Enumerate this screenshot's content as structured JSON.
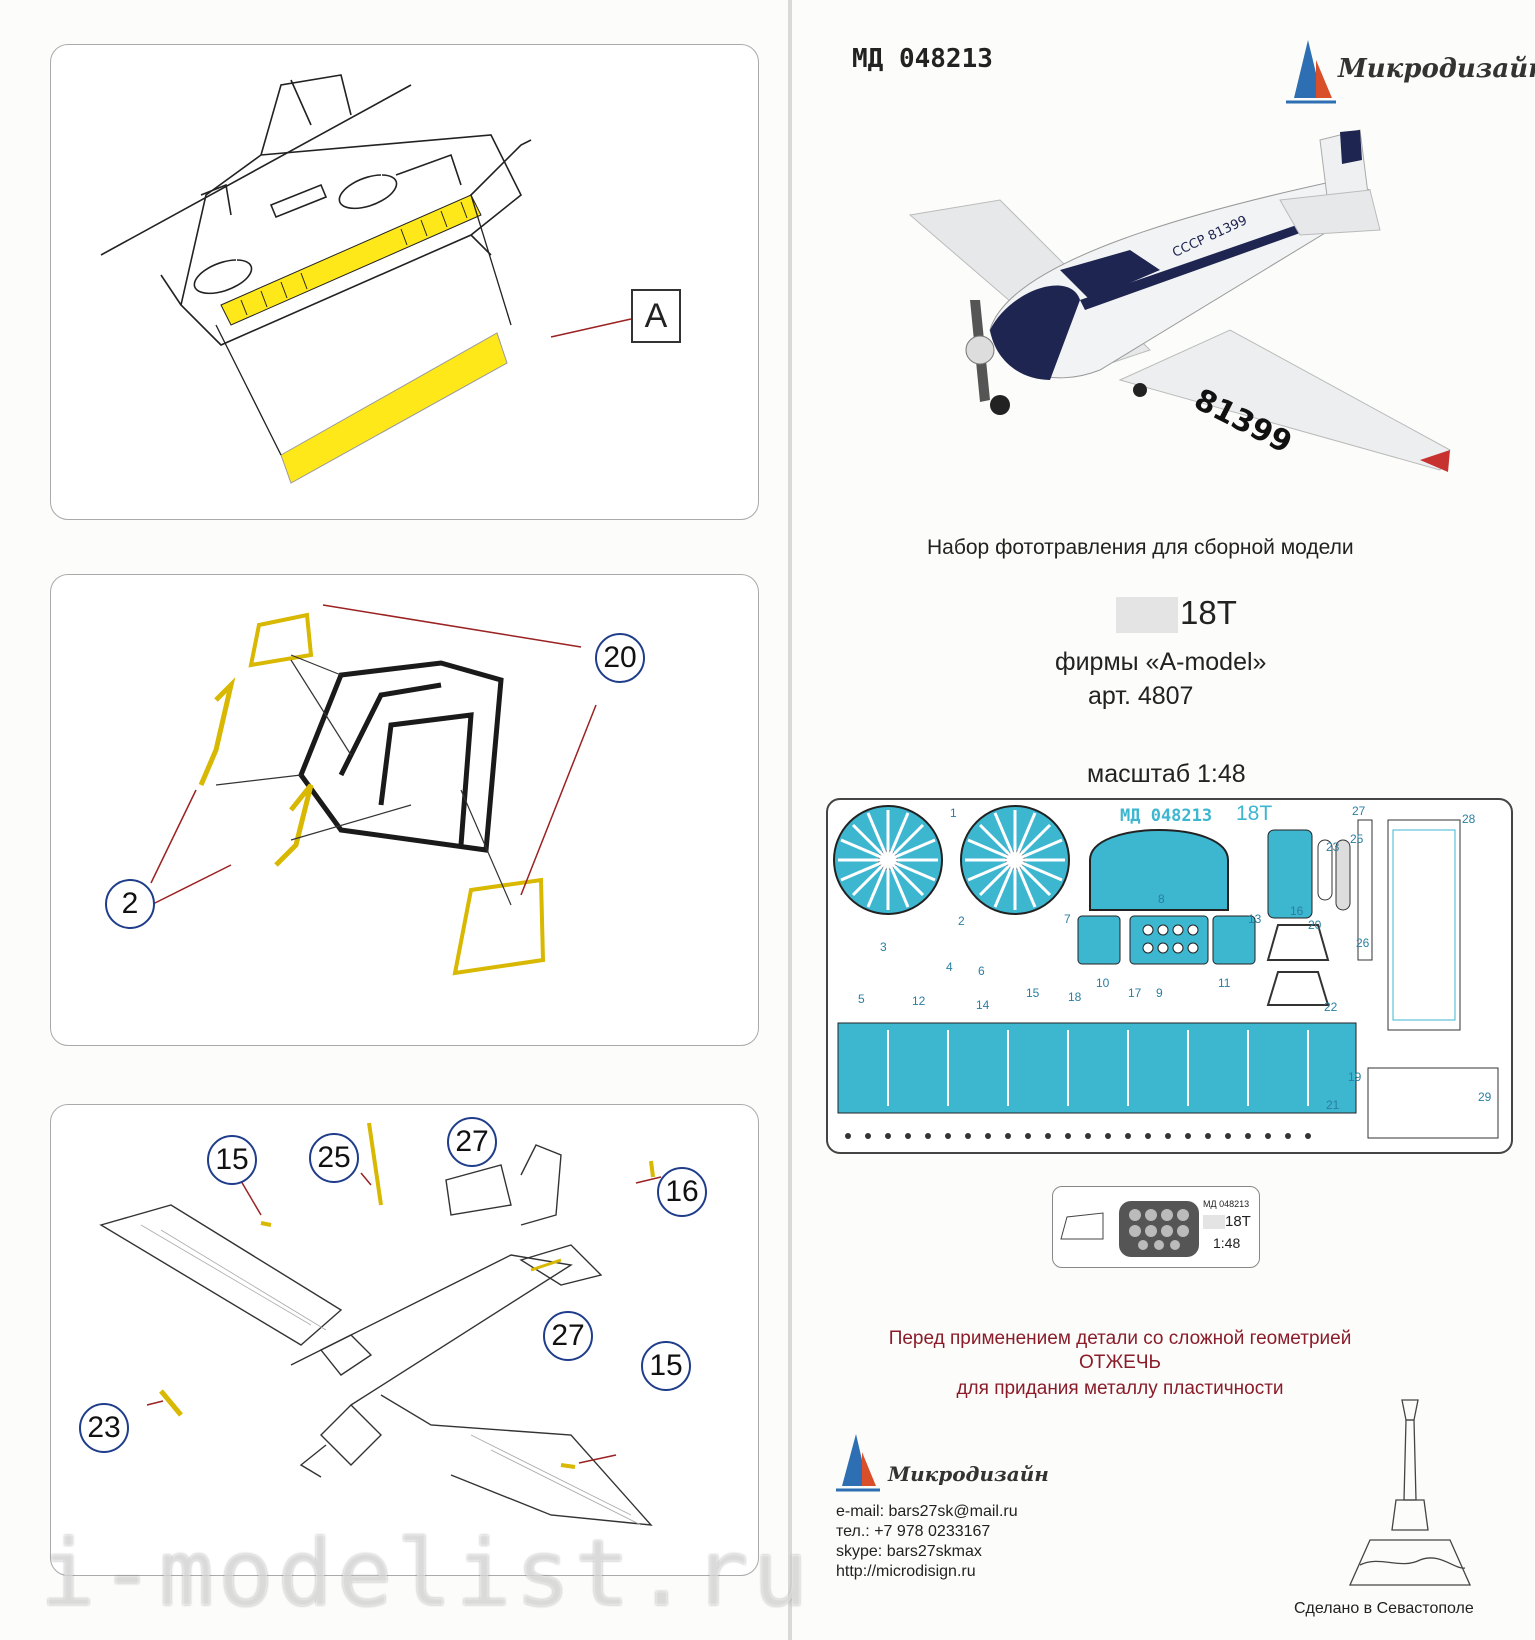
{
  "left": {
    "panel1": {
      "label": "A"
    },
    "panel2": {
      "callout_top": "20",
      "callout_left": "2"
    },
    "panel3": {
      "c15a": "15",
      "c25": "25",
      "c27a": "27",
      "c16": "16",
      "c27b": "27",
      "c23": "23",
      "c15b": "15"
    }
  },
  "right": {
    "product_code": "МД 048213",
    "brand": "Микродизайн",
    "aircraft_number": "81399",
    "fuselage_text": "СССР 81399",
    "subtitle": "Набор фототравления для сборной модели",
    "model": "18T",
    "maker": "фирмы «A-model»",
    "article": "арт. 4807",
    "scale": "масштаб 1:48",
    "fret_code": "МД 048213",
    "fret_model": "18T",
    "fret_numbers": [
      "1",
      "2",
      "3",
      "4",
      "5",
      "6",
      "7",
      "8",
      "9",
      "10",
      "11",
      "12",
      "13",
      "14",
      "15",
      "16",
      "17",
      "18",
      "19",
      "20",
      "21",
      "22",
      "23",
      "25",
      "26",
      "27",
      "28",
      "29"
    ],
    "mask_code": "МД 048213",
    "mask_model": "18T",
    "mask_scale": "1:48",
    "warning_line1": "Перед применением детали со сложной геометрией",
    "warning_line2": "ОТЖЕЧЬ",
    "warning_line3": "для придания металлу пластичности",
    "footer_brand": "Микродизайн",
    "email": "e-mail: bars27sk@mail.ru",
    "phone": "тел.: +7 978 0233167",
    "skype": "skype: bars27skmax",
    "website": "http://microdisign.ru",
    "made_in": "Сделано в Севастополе"
  },
  "watermark": "i-modelist.ru",
  "colors": {
    "etch_blue": "#3db6d0",
    "mask_yellow": "#ffe81a",
    "warning_red": "#8a1c2a",
    "callout_blue": "#1f3d8a"
  }
}
